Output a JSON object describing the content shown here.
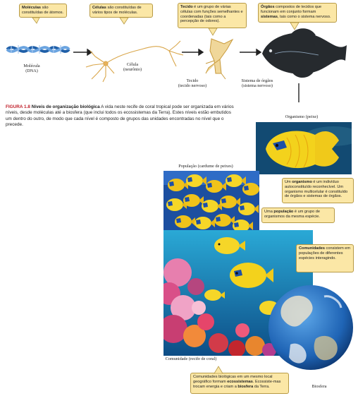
{
  "callouts": {
    "molecules": {
      "bold": "Moléculas",
      "rest": " são constituídas de átomos."
    },
    "cells": {
      "bold": "Células",
      "rest": " são constituídas de vários tipos de moléculas."
    },
    "tissue": {
      "bold": "Tecido",
      "rest": " é um grupo de várias células com funções semelhantes e coordenadas (tais como a percepção de odores)."
    },
    "organs": {
      "bold": "Órgãos",
      "pre": " compostos de tecidos que funcionam em conjunto formam ",
      "bold2": "sistemas",
      "rest": ", tais como o sistema nervoso."
    },
    "organism": {
      "pre": "Um ",
      "bold": "organismo",
      "rest": " é um indivíduo autoconstituído reconhecível. Um organismo multicelular é constituído de órgãos e sistemas de órgãos."
    },
    "population": {
      "pre": "Uma ",
      "bold": "população",
      "rest": " é um grupo de organismos da mesma espécie."
    },
    "communities": {
      "bold": "Comunidades",
      "rest": " consistem em populações de diferentes espécies interagindo."
    },
    "ecosystems": {
      "pre": "Comunidades biológicas em um mesmo local geográfico formam ",
      "bold": "ecossistemas",
      "mid": ". Ecossiste-mas trocam energia e criam a ",
      "bold2": "biosfera",
      "rest": " da Terra."
    }
  },
  "labels": {
    "molecule": "Molécula",
    "molecule_sub": "(DNA)",
    "cell": "Célula",
    "cell_sub": "(neurônio)",
    "tissue": "Tecido",
    "tissue_sub": "(tecido nervoso)",
    "organ_system": "Sistema de órgãos",
    "organ_system_sub": "(sistema nervoso)",
    "organism": "Organismo (peixe)",
    "population": "População (cardume de peixes)",
    "community": "Comunidade (recife de coral)",
    "biosphere": "Biosfera"
  },
  "caption": {
    "figure": "FIGURA 1.8",
    "title": "Níveis de organização biológica",
    "text": "A vida neste recife de coral tropical pode ser organizada em vários níveis, desde moléculas até a biosfera (que inclui todos os ecossistemas da Terra). Estes níveis estão embutidos um dentro do outro, de modo que cada nível é composto de grupos das unidades encontradas no nível que o precede."
  },
  "colors": {
    "callout_bg": "#fbe7a6",
    "caption_red": "#c0202b",
    "fish_yellow": "#f3d21c",
    "ocean_blue": "#1f64b5"
  }
}
